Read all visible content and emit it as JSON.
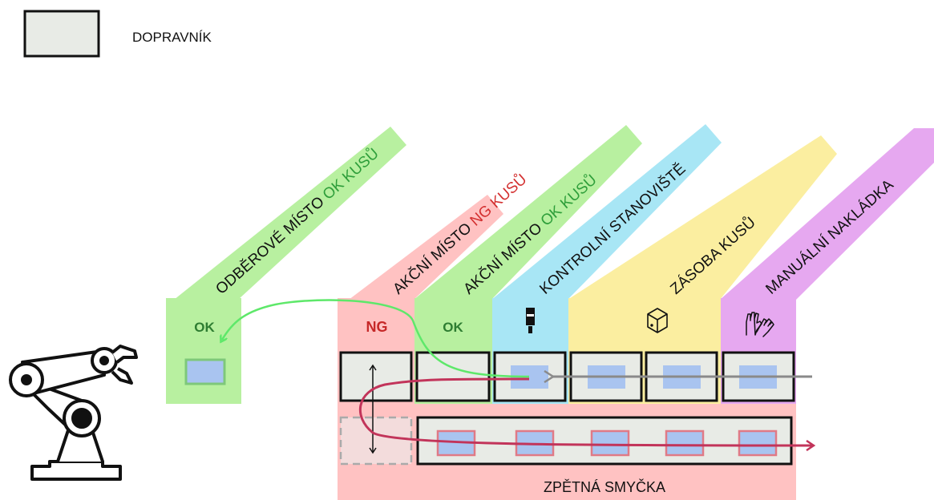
{
  "legend": {
    "conveyor_label": "DOPRAVNÍK"
  },
  "zones": [
    {
      "id": "odber",
      "label_parts": [
        "ODBĚROVÉ MÍSTO ",
        "OK KUSŮ"
      ],
      "color": "#b8f0a0",
      "tag": "OK",
      "tag_color": "#2e7d32"
    },
    {
      "id": "ng",
      "label_parts": [
        "AKČNÍ MÍSTO ",
        "NG KUSŮ"
      ],
      "color": "#ffc2c2",
      "tag": "NG",
      "tag_color": "#c62828"
    },
    {
      "id": "ok",
      "label_parts": [
        "AKČNÍ MÍSTO ",
        "OK KUSŮ"
      ],
      "color": "#b8f0a0",
      "tag": "OK",
      "tag_color": "#2e7d32"
    },
    {
      "id": "kontrol",
      "label_parts": [
        "KONTROLNÍ STANOVIŠTĚ"
      ],
      "color": "#a8e6f5",
      "icon": "camera-icon"
    },
    {
      "id": "zasoba",
      "label_parts": [
        "ZÁSOBA KUSŮ"
      ],
      "color": "#fbeea0",
      "icon": "box-icon"
    },
    {
      "id": "manual",
      "label_parts": [
        "MANUÁLNÍ NAKLÁDKA"
      ],
      "color": "#e6a8f0",
      "icon": "hands-icon"
    }
  ],
  "return_loop_label": "ZPĚTNÁ SMYČKA",
  "colors": {
    "conveyor_fill": "#e8ebe6",
    "conveyor_border": "#111111",
    "part_fill": "#a9c4f0",
    "part_border_ok": "#7ec87a",
    "part_border_ng": "#e07a86",
    "arrow_green": "#5ee86a",
    "arrow_gray": "#8a8a8a",
    "arrow_red": "#c2345a"
  },
  "icons": [
    "robot-arm-icon",
    "camera-icon",
    "box-icon",
    "hands-icon",
    "double-arrow-icon"
  ]
}
